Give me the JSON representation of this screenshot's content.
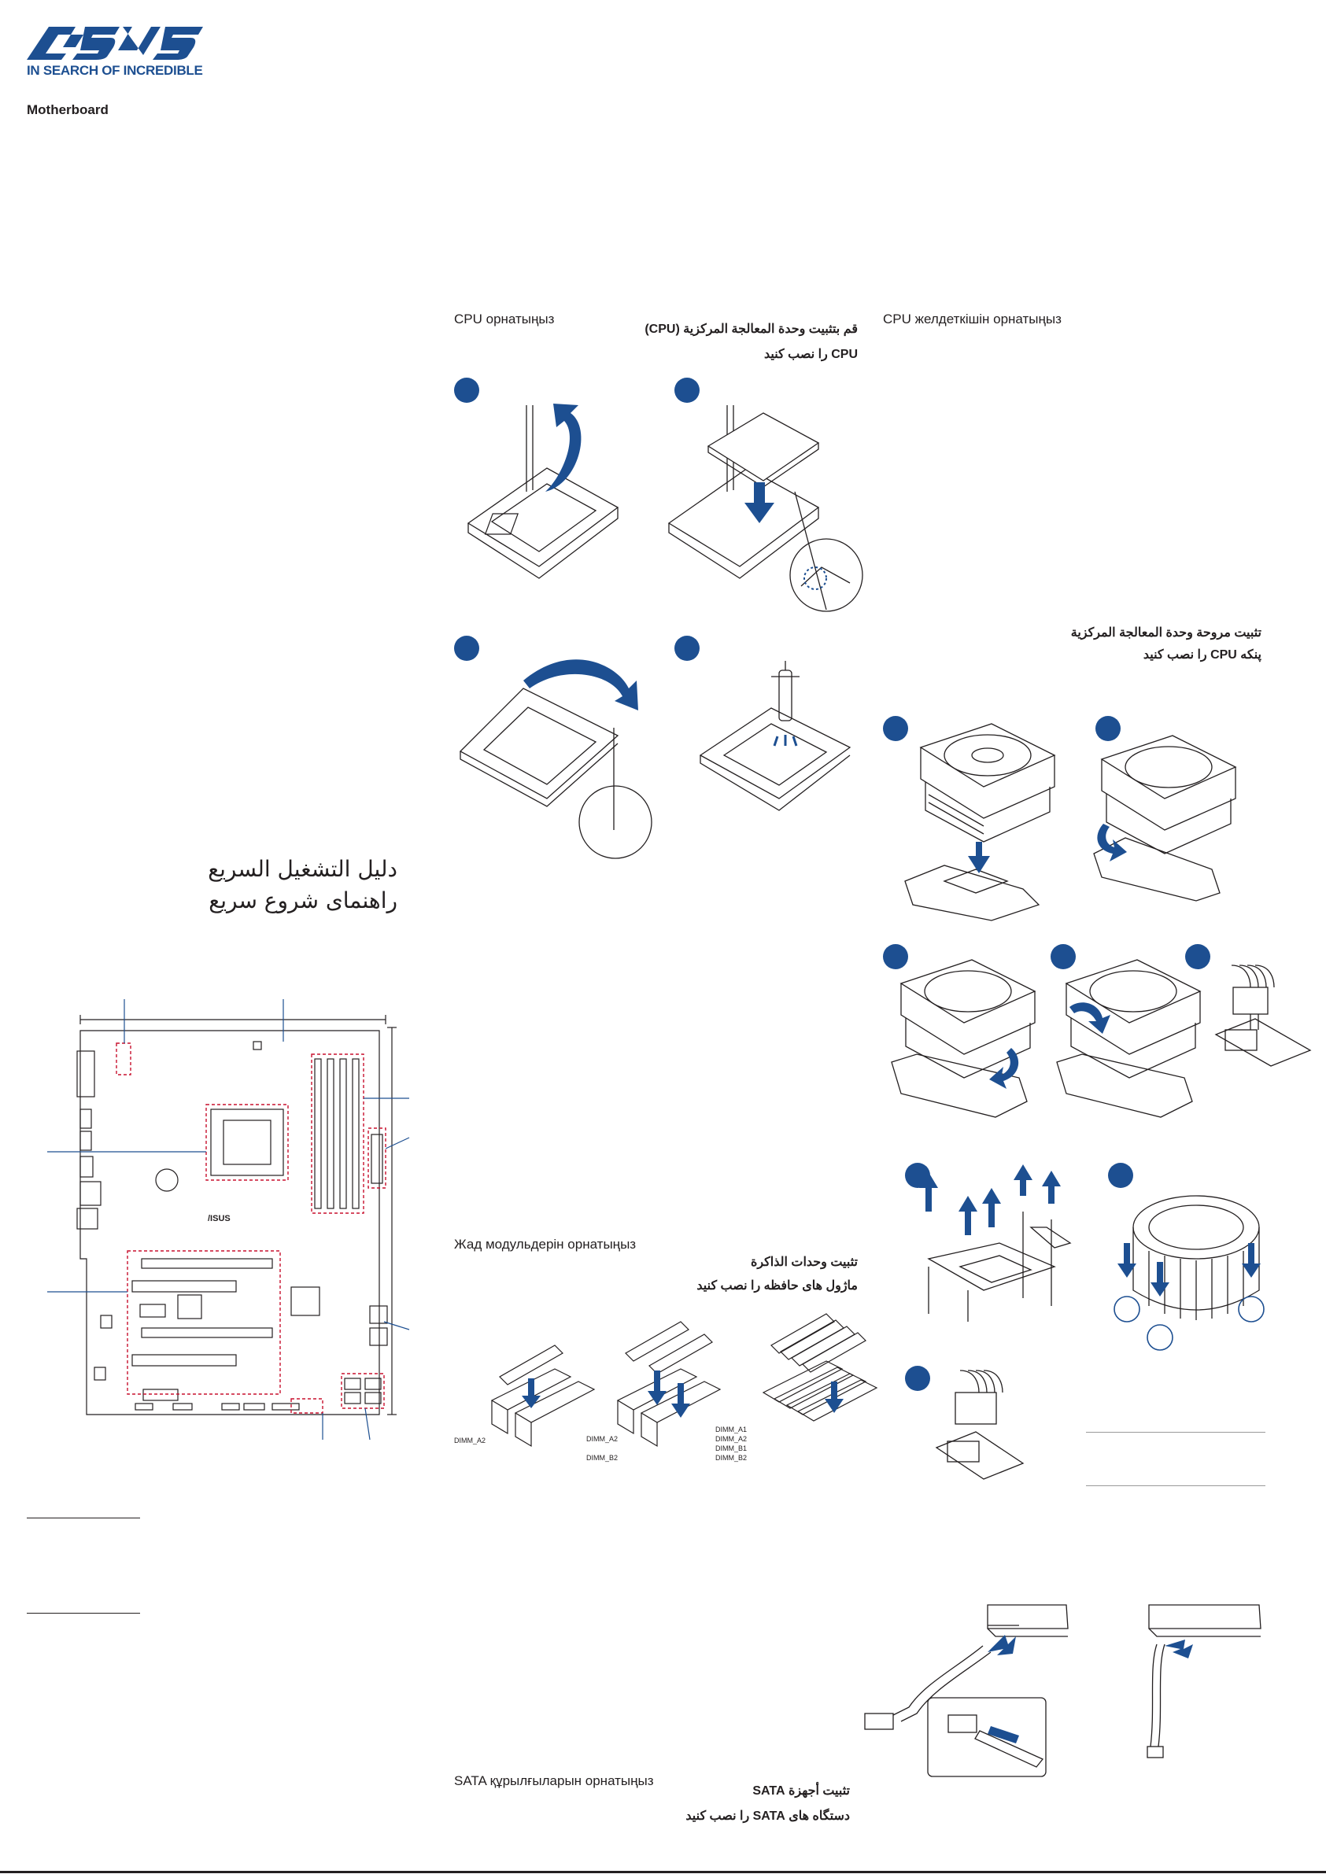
{
  "brand": {
    "logo": "ASUS",
    "tagline": "IN SEARCH OF INCREDIBLE",
    "product": "Motherboard"
  },
  "title": {
    "arabic": "دليل التشغيل السريع",
    "persian": "راهنمای شروع سریع"
  },
  "sections": {
    "cpu": {
      "kazakh": "CPU орнатыңыз",
      "arabic": "قم بتثبيت وحدة المعالجة المركزية (CPU)",
      "persian": "CPU را نصب كنيد"
    },
    "cooler": {
      "kazakh": "CPU желдеткішін орнатыңыз",
      "arabic": "تثبيت مروحة وحدة المعالجة المركزية",
      "persian": "پنکه CPU را نصب كنيد"
    },
    "memory": {
      "kazakh": "Жад модульдерін орнатыңыз",
      "arabic": "تثبيت وحدات الذاكرة",
      "persian": "ماژول های حافظه را نصب كنيد",
      "dimm_labels": {
        "one": [
          "DIMM_A2"
        ],
        "two": [
          "DIMM_A2",
          "DIMM_B2"
        ],
        "four": [
          "DIMM_A1",
          "DIMM_A2",
          "DIMM_B1",
          "DIMM_B2"
        ]
      }
    },
    "sata": {
      "kazakh": "SATA құрылғыларын орнатыңыз",
      "arabic": "تثبيت أجهزة SATA",
      "persian": "دستگاه های SATA را نصب كنيد"
    }
  },
  "colors": {
    "accent_blue": "#1d4f91",
    "highlight_red": "#c8102e",
    "line_gray": "#231f20"
  },
  "icons": [
    "asus-logo-icon",
    "step-circle-icon",
    "cpu-socket-icon",
    "cpu-cooler-icon",
    "dimm-module-icon",
    "sata-cable-icon",
    "motherboard-layout-icon"
  ]
}
